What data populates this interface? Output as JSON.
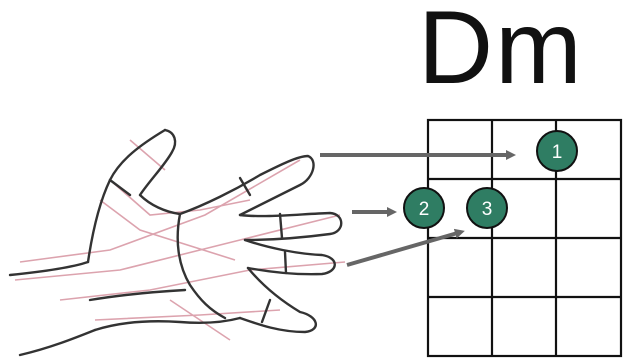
{
  "chord": {
    "name": "Dm"
  },
  "fingers": [
    {
      "label": "1"
    },
    {
      "label": "2"
    },
    {
      "label": "3"
    }
  ],
  "colors": {
    "dot": "#2f7d63",
    "arrow": "#666666",
    "grid": "#111111",
    "hand_outline": "#333333",
    "hand_sketch": "#d99aa6"
  },
  "icons": {
    "hand": "hand-sketch-icon"
  }
}
